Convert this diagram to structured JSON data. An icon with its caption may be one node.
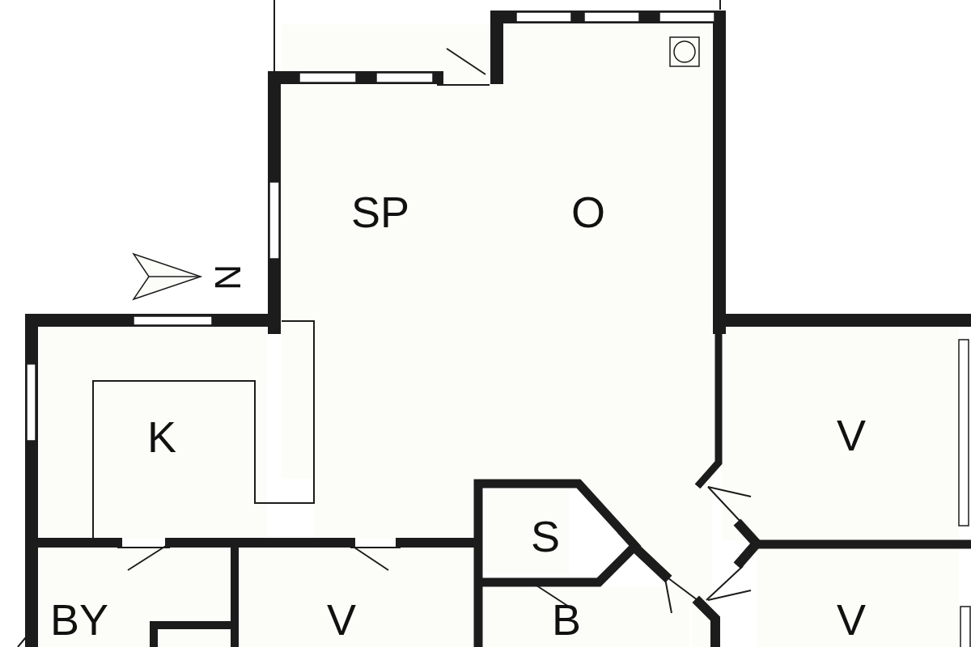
{
  "diagram": {
    "nodes": [
      {
        "text": [
          "SP",
          "O"
        ]
      },
      {
        "text": [
          "K"
        ]
      },
      {
        "text": [
          "V"
        ]
      },
      {
        "text": [
          "S"
        ]
      },
      {
        "text": [
          "BY"
        ]
      },
      {
        "text": [
          "V"
        ]
      },
      {
        "text": [
          "B"
        ]
      },
      {
        "text": [
          "V"
        ]
      }
    ],
    "labels": [
      "N"
    ]
  }
}
